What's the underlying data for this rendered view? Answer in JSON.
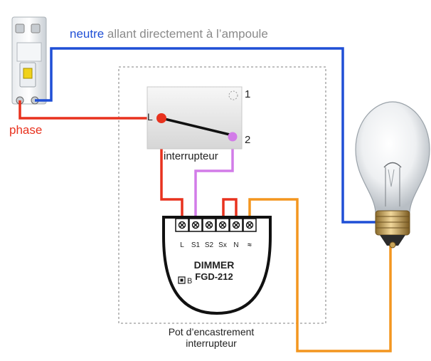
{
  "labels": {
    "neutre_word": "neutre",
    "neutre_rest": " allant directement à l’ampoule",
    "phase": "phase",
    "interrupteur": "interrupteur",
    "pot_line1": "Pot d’encastrement",
    "pot_line2": "interrupteur",
    "switch_terminal_1": "1",
    "switch_terminal_2": "2",
    "switch_terminal_L": "L"
  },
  "dimmer": {
    "title": "DIMMER",
    "model": "FGD-212",
    "button": "B",
    "terminals": [
      "L",
      "S1",
      "S2",
      "Sx",
      "N",
      "≈"
    ]
  },
  "wire_colors": {
    "neutral": "#1f4fd6",
    "phase": "#e8321e",
    "switched": "#d27ce8",
    "load": "#f3961f",
    "lever": "#111111"
  }
}
